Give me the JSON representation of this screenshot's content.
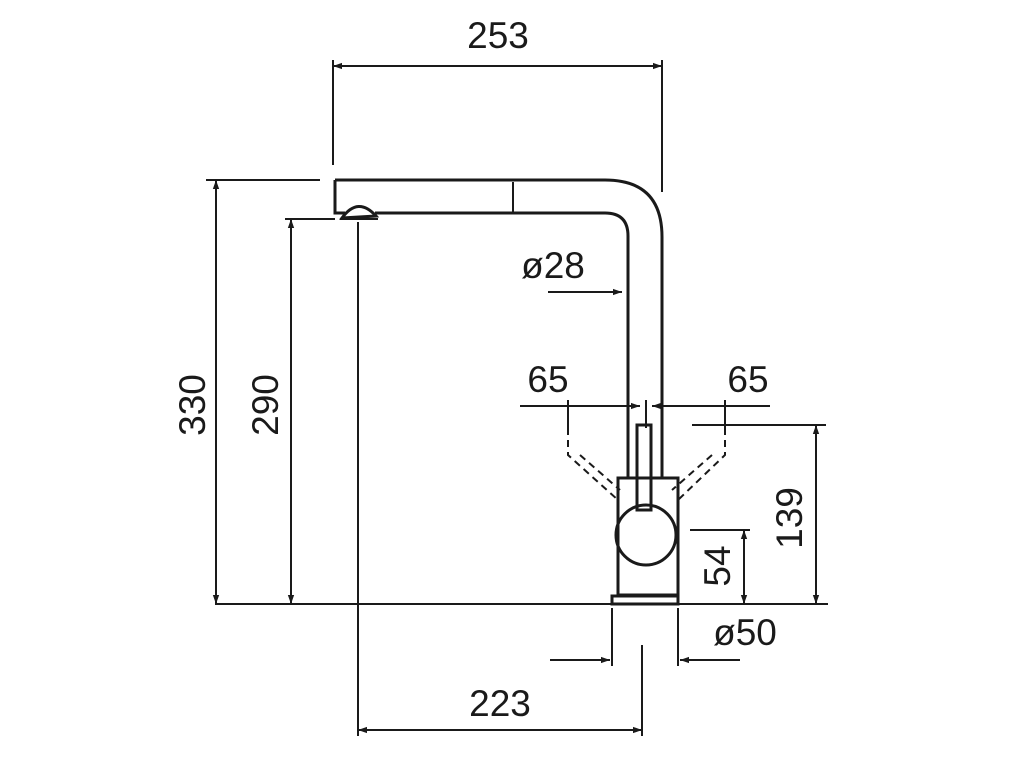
{
  "dimensions": {
    "overall_width": "253",
    "overall_height": "330",
    "spout_height": "290",
    "spout_diameter": "ø28",
    "swivel_left": "65",
    "swivel_right": "65",
    "lever_height": "139",
    "handle_height": "54",
    "base_diameter": "ø50",
    "reach": "223"
  }
}
